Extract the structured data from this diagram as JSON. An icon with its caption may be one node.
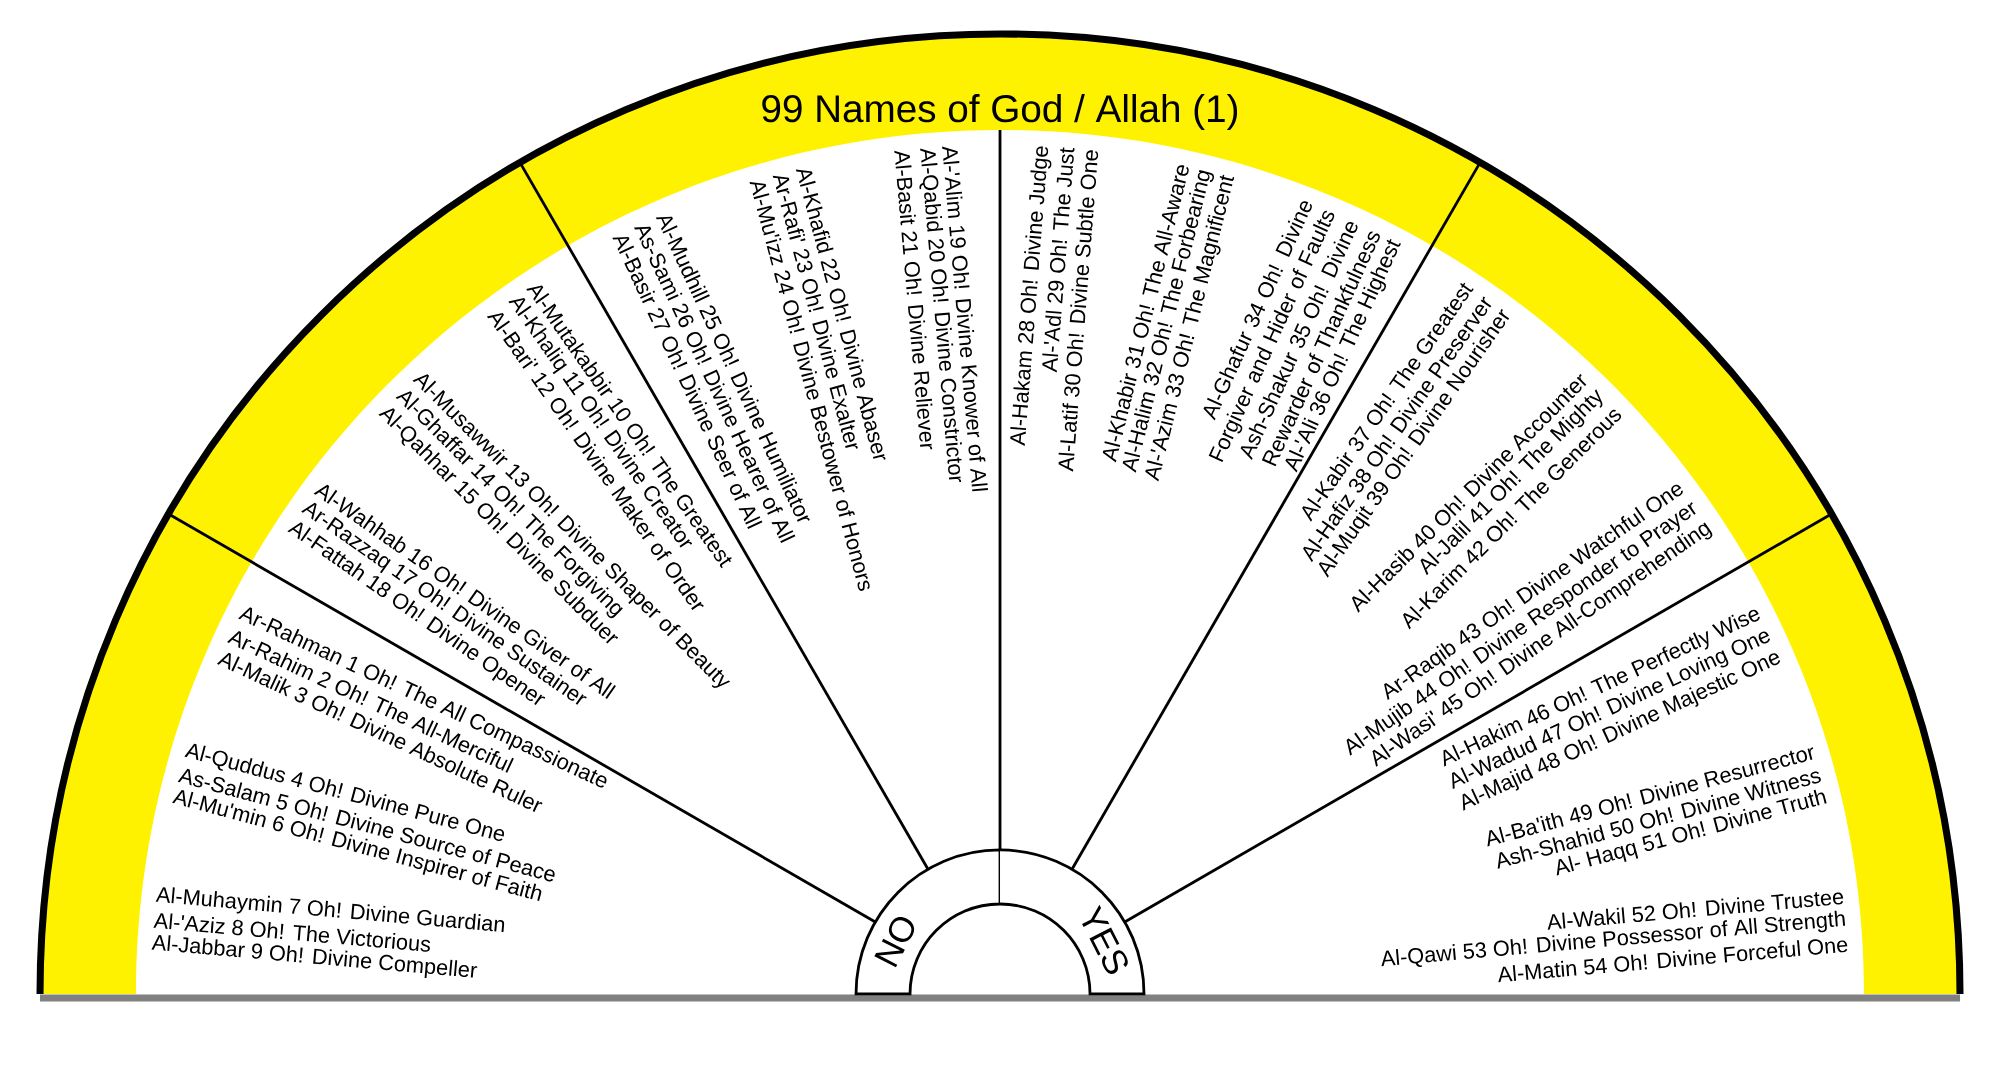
{
  "diagram": {
    "title": "99 Names of God / Allah (1)",
    "nodes": [
      {
        "text": [
          "Ar-Rahman 1 Oh! The All Compassionate",
          "Ar-Rahim 2 Oh! The All-Merciful",
          "Al-Malik 3 Oh! Divine Absolute Ruler",
          "Al-Quddus 4 Oh! Divine Pure One",
          "As-Salam 5 Oh! Divine Source of Peace",
          "Al-Mu'min 6 Oh! Divine Inspirer of Faith",
          "Al-Muhaymin 7 Oh! Divine Guardian",
          "Al-'Aziz 8 Oh! The Victorious",
          "Al-Jabbar 9 Oh! Divine Compeller"
        ]
      },
      {
        "text": [
          "Al-Mutakabbir 10 Oh! The Greatest",
          "Al-Khaliq 11 Oh! Divine Creator",
          "Al-Bari' 12 Oh! Divine Maker of Order",
          "Al-Musawwir 13 Oh! Divine Shaper of Beauty",
          "Al-Ghaffar 14 Oh! The Forgiving",
          "Al-Qahhar 15 Oh! Divine Subduer",
          "Al-Wahhab 16 Oh! Divine Giver of All",
          "Ar-Razzaq 17 Oh! Divine Sustainer",
          "Al-Fattah 18 Oh! Divine Opener"
        ]
      },
      {
        "text": [
          "Al-'Alim 19 Oh! Divine Knower of All",
          "Al-Qabid 20 Oh! Divine Constrictor",
          "Al-Basit 21 Oh! Divine Reliever",
          "Al-Khafid 22 Oh! Divine Abaser",
          "Ar-Rafi' 23 Oh! Divine Exalter",
          "Al-Mu'izz 24 Oh! Divine Bestower of Honors",
          "Al-Mudhill 25 Oh! Divine Humiliator",
          "As-Sami 26 Oh! Divine Hearer of All",
          "Al-Basir 27 Oh! Divine Seer of All"
        ]
      },
      {
        "text": [
          "Al-Hakam 28 Oh! Divine Judge",
          "Al-'Adl 29 Oh! The Just",
          "Al-Latif 30 Oh! Divine Subtle One",
          "Al-Khabir 31 Oh! The All-Aware",
          "Al-Halim 32 Oh! The Forbearing",
          "Al-'Azim 33 Oh! The Magnificent",
          "Al-Ghafur 34 Oh! Divine Forgiver and Hider of Faults",
          "Ash-Shakur 35 Oh! Divine Rewarder of Thankfulness",
          "Al-'Ali 36 Oh! The Highest"
        ]
      },
      {
        "text": [
          "Al-Kabir 37 Oh! The Greatest",
          "Al-Hafiz 38 Oh! Divine Preserver",
          "Al-Muqit 39 Oh! Divine Nourisher",
          "Al-Hasib 40 Oh! Divine Accounter",
          "Al-Jalil 41 Oh! The Mighty",
          "Al-Karim 42 Oh! The Generous",
          "Ar-Raqib 43 Oh! Divine Watchful One",
          "Al-Mujib 44 Oh! Divine Responder to Prayer",
          "Al-Wasi' 45 Oh! Divine All-Comprehending"
        ]
      },
      {
        "text": [
          "Al-Hakim 46 Oh! The Perfectly Wise",
          "Al-Wadud 47 Oh! Divine Loving One",
          "Al-Majid 48 Oh! Divine Majestic One",
          "Al-Ba'ith 49 Oh! Divine Resurrector",
          "Ash-Shahid 50 Oh! Divine Witness",
          "Al- Haqq 51 Oh! Divine Truth",
          "Al-Wakil 52 Oh! Divine Trustee",
          "Al-Qawi 53 Oh! Divine Possessor of All Strength",
          "Al-Matin 54 Oh! Divine Forceful One"
        ]
      },
      {
        "text": [
          "NO"
        ]
      },
      {
        "text": [
          "YES"
        ]
      }
    ]
  }
}
